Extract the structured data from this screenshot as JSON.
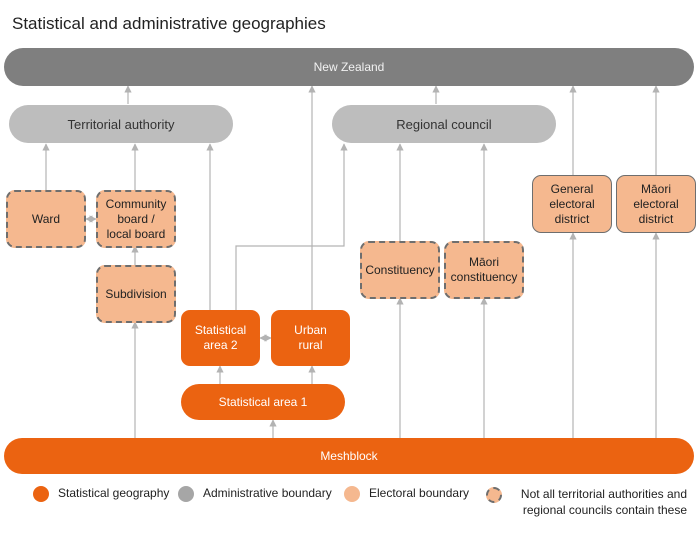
{
  "title": "Statistical and administrative geographies",
  "nodes": {
    "new_zealand": "New Zealand",
    "territorial_authority": "Territorial authority",
    "regional_council": "Regional council",
    "ward": "Ward",
    "community_board": "Community board / local board",
    "subdivision": "Subdivision",
    "statistical_area_2": "Statistical area 2",
    "urban_rural": "Urban rural",
    "statistical_area_1": "Statistical area 1",
    "constituency": "Constituency",
    "maori_constituency": "Māori constituency",
    "general_electoral_district": "General electoral district",
    "maori_electoral_district": "Māori electoral district",
    "meshblock": "Meshblock"
  },
  "legend": {
    "statistical": "Statistical geography",
    "administrative": "Administrative boundary",
    "electoral": "Electoral boundary",
    "not_all": "Not all territorial authorities and regional councils contain these"
  },
  "colors": {
    "statistical": "#eb6311",
    "administrative_light": "#bdbdbd",
    "administrative_dark": "#7f7f7f",
    "electoral": "#f5b88f",
    "line": "#b3b3b3"
  }
}
